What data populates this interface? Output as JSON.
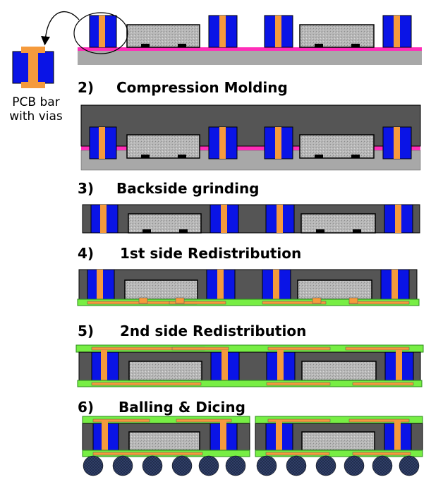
{
  "legend": {
    "line1": "PCB bar",
    "line2": "with vias",
    "icon": "pcb-bar-with-via-icon"
  },
  "steps": [
    {
      "number": "2)",
      "label": "Compression Molding"
    },
    {
      "number": "3)",
      "label": "Backside grinding"
    },
    {
      "number": "4)",
      "label": "1st side Redistribution"
    },
    {
      "number": "5)",
      "label": "2nd side Redistribution"
    },
    {
      "number": "6)",
      "label": "Balling & Dicing"
    }
  ],
  "colors": {
    "pcb_bar": "#0a14e6",
    "via": "#f59a3c",
    "mold": "#555555",
    "die": "#b8b8b8",
    "carrier": "#a8a8a8",
    "tape": "#ff2db8",
    "redistribution": "#77ee44",
    "ball": "#1f2b4a",
    "outline": "#000000"
  }
}
